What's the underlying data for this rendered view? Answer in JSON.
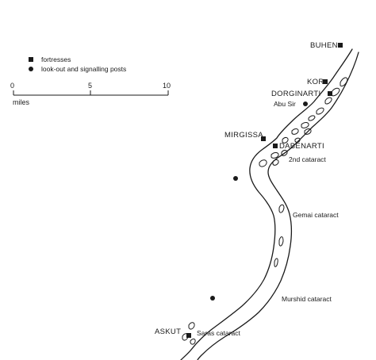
{
  "legend": {
    "fortresses": "fortresses",
    "posts": "look-out and signalling posts"
  },
  "scale": {
    "tick_0": "0",
    "tick_5": "5",
    "tick_10": "10",
    "unit": "miles"
  },
  "fortresses": {
    "buhen": "BUHEN",
    "kor": "KOR",
    "dorginarti": "DORGINARTI",
    "mirgissa": "MIRGISSA",
    "dabenarti": "DABENARTI",
    "askut": "ASKUT"
  },
  "posts": {
    "abu_sir": "Abu Sir"
  },
  "cataracts": {
    "second": "2nd cataract",
    "gemai": "Gemai cataract",
    "murshid": "Murshid cataract",
    "saras": "Saras cataract"
  }
}
